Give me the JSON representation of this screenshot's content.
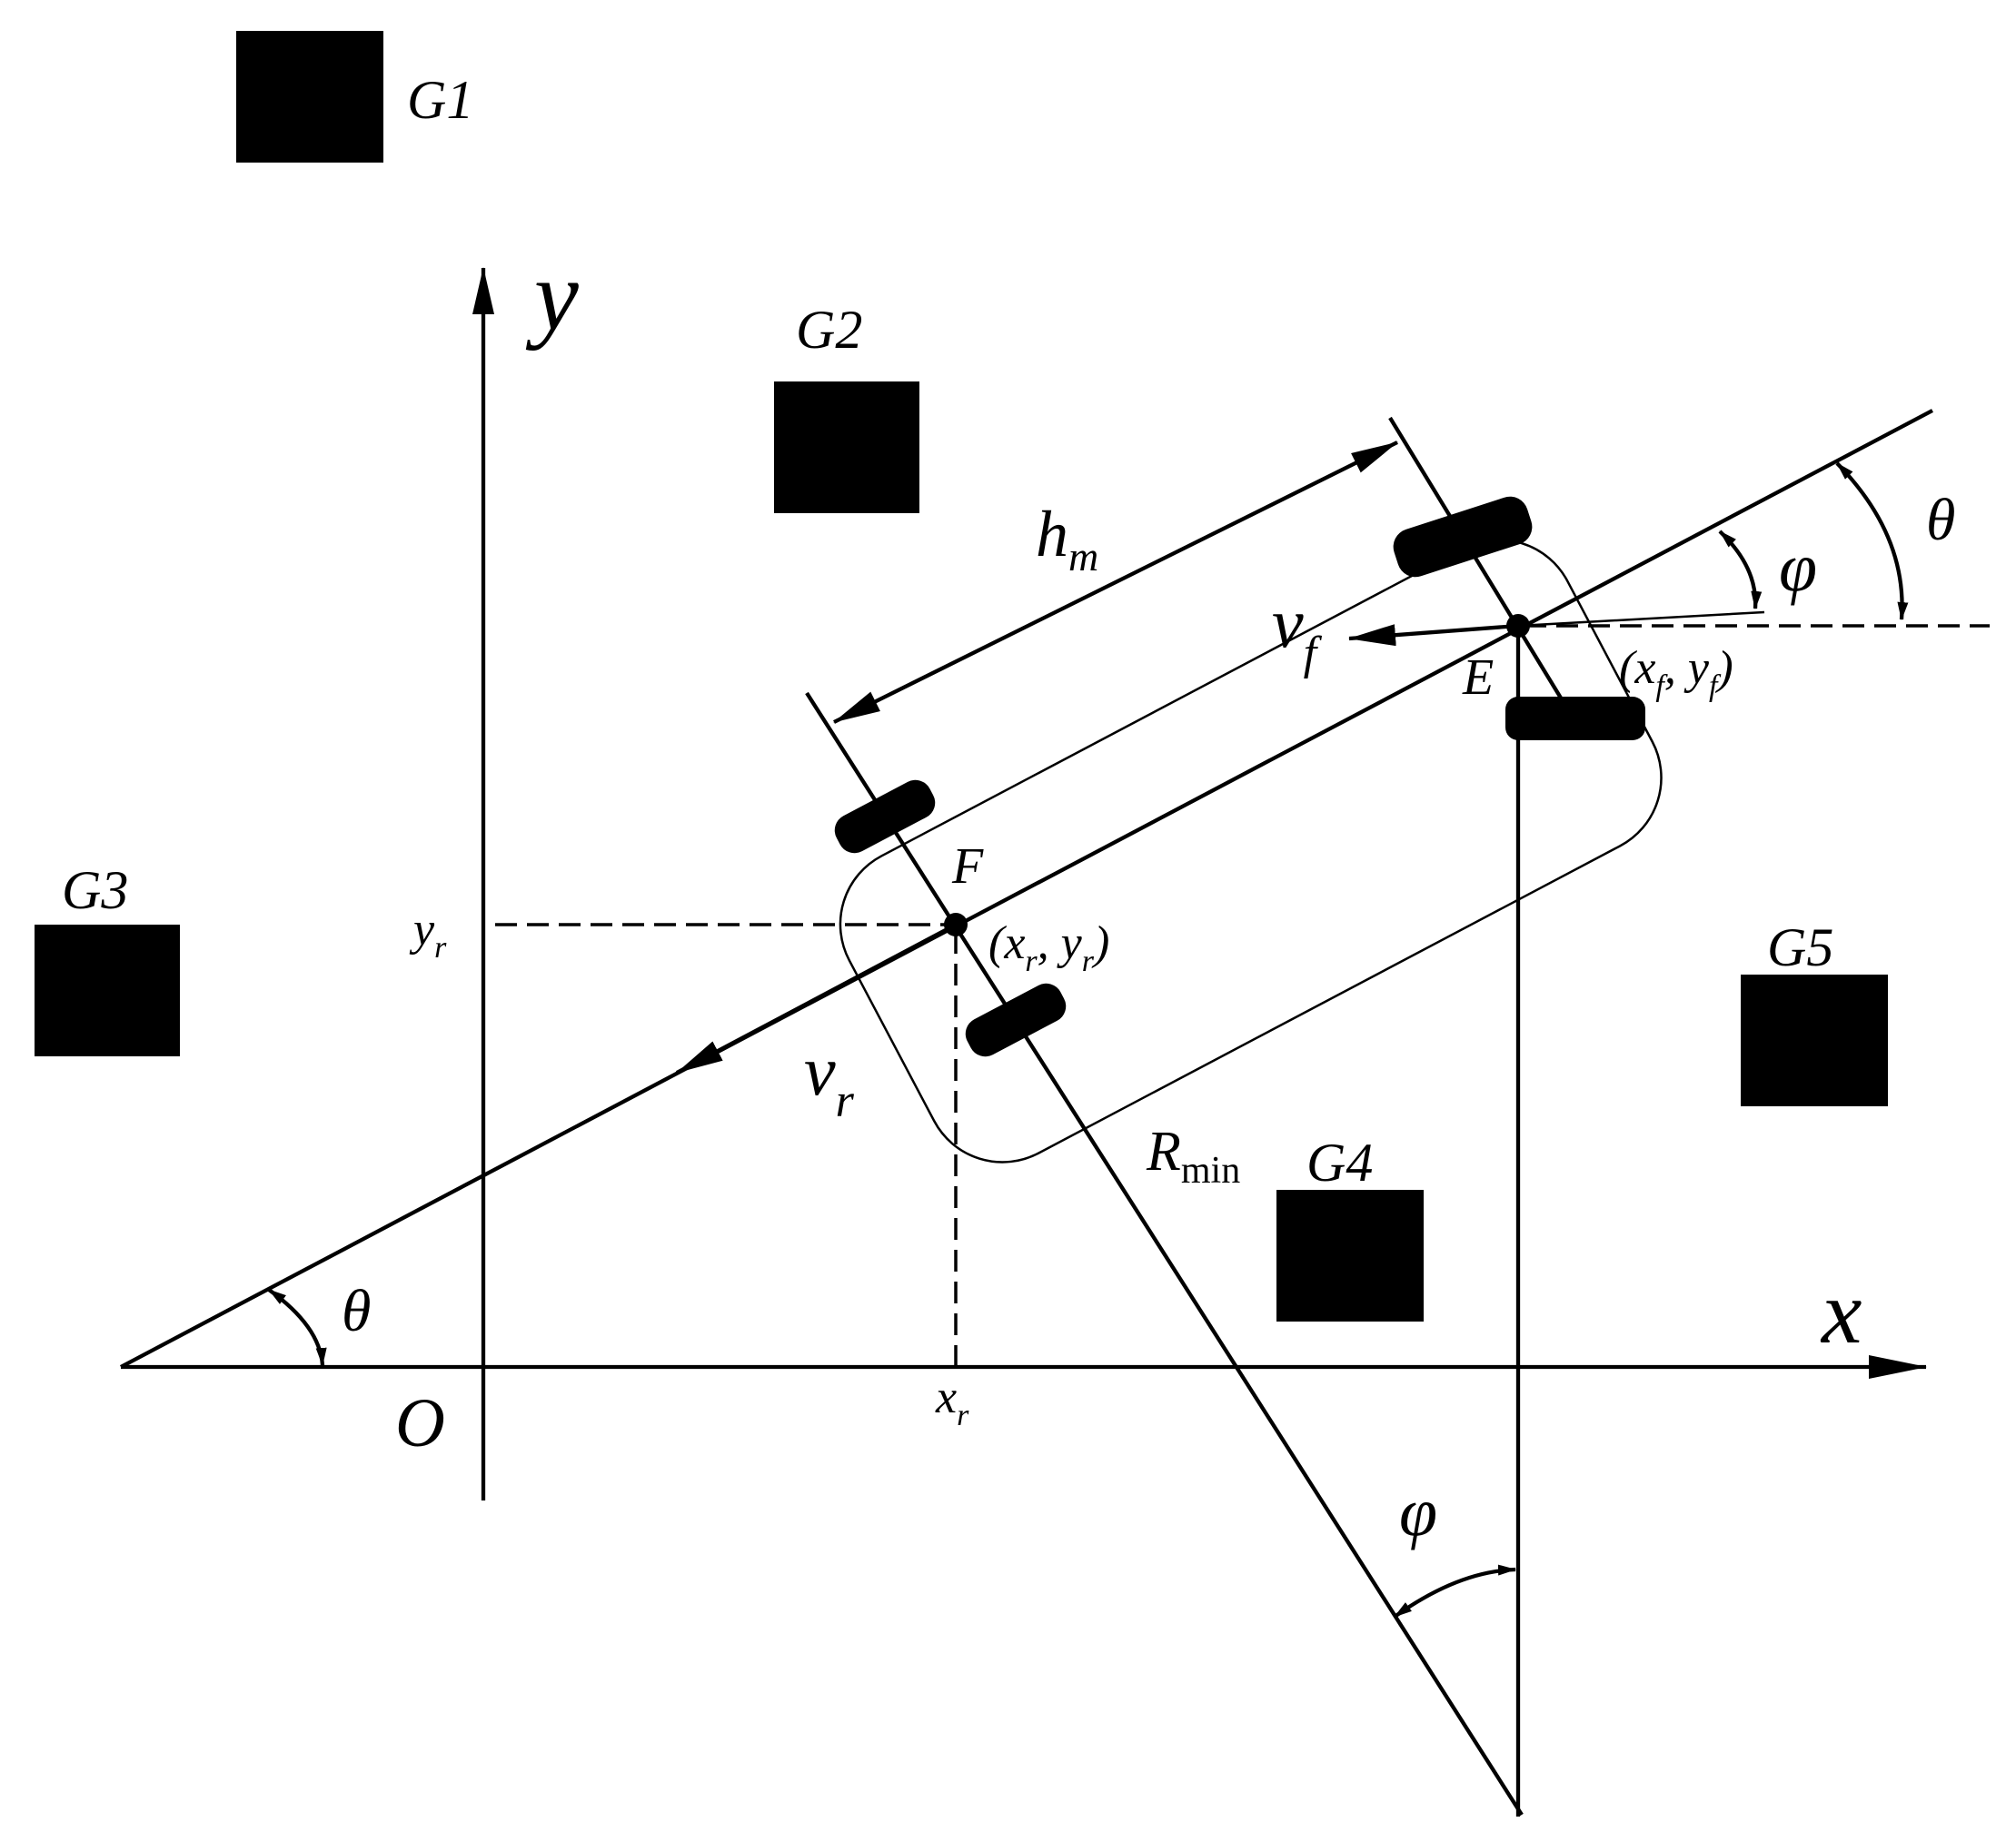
{
  "obstacles": [
    {
      "id": "G1",
      "label": "G1"
    },
    {
      "id": "G2",
      "label": "G2"
    },
    {
      "id": "G3",
      "label": "G3"
    },
    {
      "id": "G4",
      "label": "G4"
    },
    {
      "id": "G5",
      "label": "G5"
    }
  ],
  "axes": {
    "x_label": "x",
    "y_label": "y",
    "origin_label": "O"
  },
  "ticks": {
    "xr": {
      "base": "x",
      "sub": "r"
    },
    "yr": {
      "base": "y",
      "sub": "r"
    }
  },
  "points": {
    "front": {
      "label": "E",
      "coord_x": "x",
      "coord_x_sub": "f",
      "coord_y": "y",
      "coord_y_sub": "f"
    },
    "rear": {
      "label": "F",
      "coord_x": "x",
      "coord_x_sub": "r",
      "coord_y": "y",
      "coord_y_sub": "r"
    }
  },
  "velocities": {
    "front": {
      "base": "v",
      "sub": "f"
    },
    "rear": {
      "base": "v",
      "sub": "r"
    }
  },
  "dimensions": {
    "wheelbase": {
      "base": "h",
      "sub": "m"
    },
    "radius": {
      "base": "R",
      "sub": "min"
    }
  },
  "angles": {
    "heading": "θ",
    "steer": "φ"
  },
  "colors": {
    "ink": "#000000",
    "background": "#ffffff"
  }
}
